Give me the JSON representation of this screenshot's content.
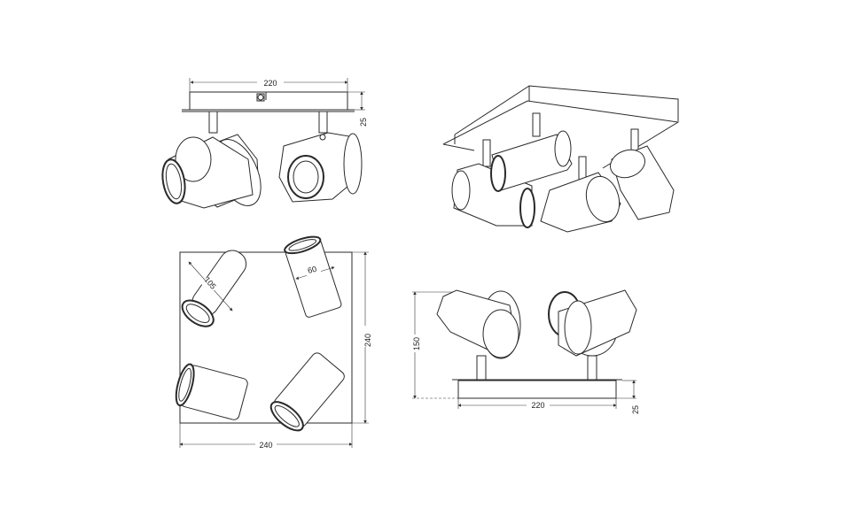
{
  "drawing": {
    "views": [
      {
        "id": "top-left-side-view",
        "dims": {
          "width": "220",
          "height": "25"
        }
      },
      {
        "id": "top-right-iso-view"
      },
      {
        "id": "bottom-left-plan-view",
        "dims": {
          "width": "240",
          "height": "240",
          "cylinder_length": "105",
          "cylinder_diameter": "60"
        }
      },
      {
        "id": "bottom-right-front-view",
        "dims": {
          "total_height": "150",
          "width": "220",
          "plate_height": "25"
        }
      }
    ],
    "colors": {
      "line": "#2a2a2a",
      "background": "#ffffff"
    }
  }
}
